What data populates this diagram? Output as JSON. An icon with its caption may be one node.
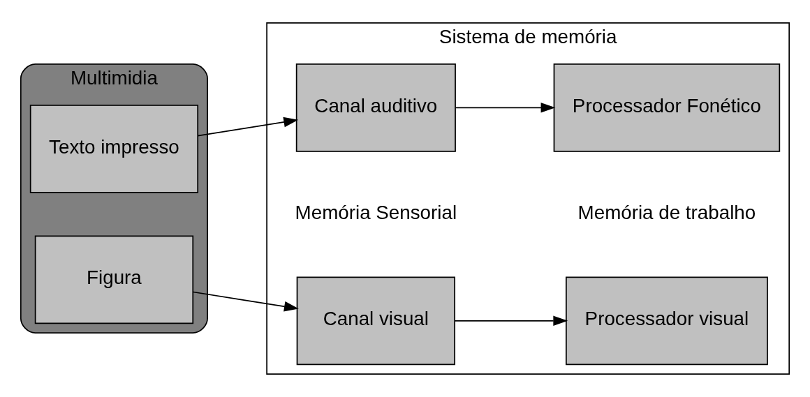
{
  "diagram": {
    "nodes": [
      {
        "text": [
          "Multimidia"
        ]
      },
      {
        "text": [
          "Texto impresso"
        ],
        "in": 0
      },
      {
        "text": [
          "Figura"
        ],
        "in": 0
      },
      {
        "text": [
          "Sistema de memória"
        ]
      },
      {
        "text": [
          "Canal auditivo"
        ],
        "in": 3
      },
      {
        "text": [
          "Canal visual"
        ],
        "in": 3
      },
      {
        "text": [
          "Processador Fonético"
        ],
        "in": 3
      },
      {
        "text": [
          "Processador visual"
        ],
        "in": 3
      }
    ],
    "edges": [
      {
        "from": 1,
        "to": 4,
        "arrow": "to"
      },
      {
        "from": 2,
        "to": 5,
        "arrow": "to"
      },
      {
        "from": 4,
        "to": 6,
        "arrow": "to"
      },
      {
        "from": 5,
        "to": 7,
        "arrow": "to"
      }
    ],
    "labels": [
      "Memória Sensorial",
      "Memória de trabalho"
    ]
  }
}
